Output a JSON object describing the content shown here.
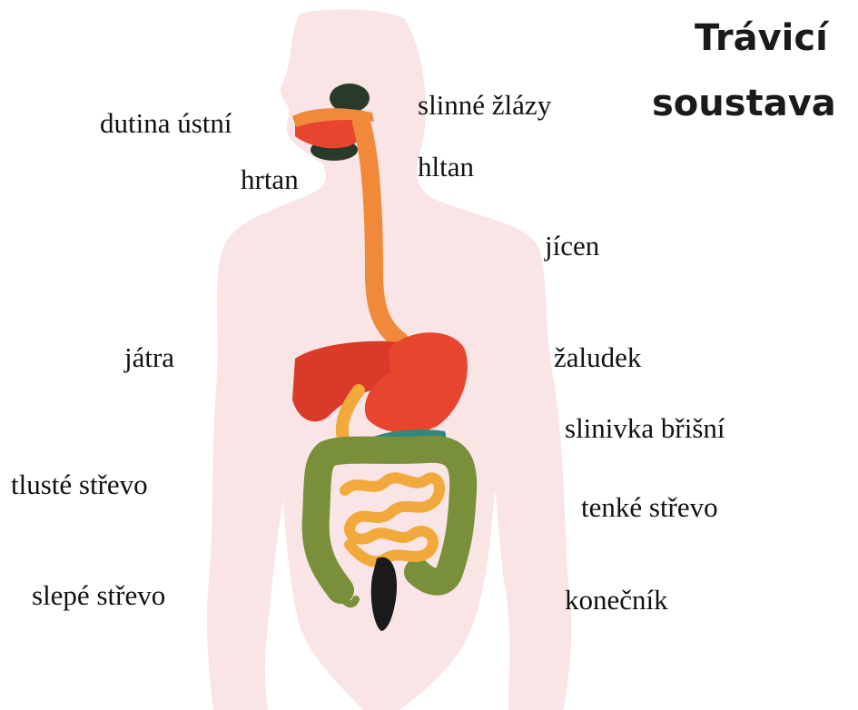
{
  "title": {
    "line1": "Trávicí",
    "line2": "soustava"
  },
  "labels": {
    "dutina_ustni": "dutina ústní",
    "slinne_zlazy": "slinné žlázy",
    "hltan": "hltan",
    "hrtan": "hrtan",
    "jicen": "jícen",
    "jatra": "játra",
    "zaludek": "žaludek",
    "slinivka": "slinivka břišní",
    "tluste_strevo": "tlusté střevo",
    "tenke_strevo": "tenké střevo",
    "slepe_strevo": "slepé střevo",
    "konecnik": "konečník"
  },
  "colors": {
    "body": "#f9e5e5",
    "esophagus": "#f08a3a",
    "liver": "#d93a2a",
    "stomach": "#e8452f",
    "pancreas": "#2f8a7e",
    "large_intestine": "#7a8f3a",
    "small_intestine": "#f2a93b",
    "rectum": "#1a1a1a",
    "salivary": "#2a3a2a"
  }
}
